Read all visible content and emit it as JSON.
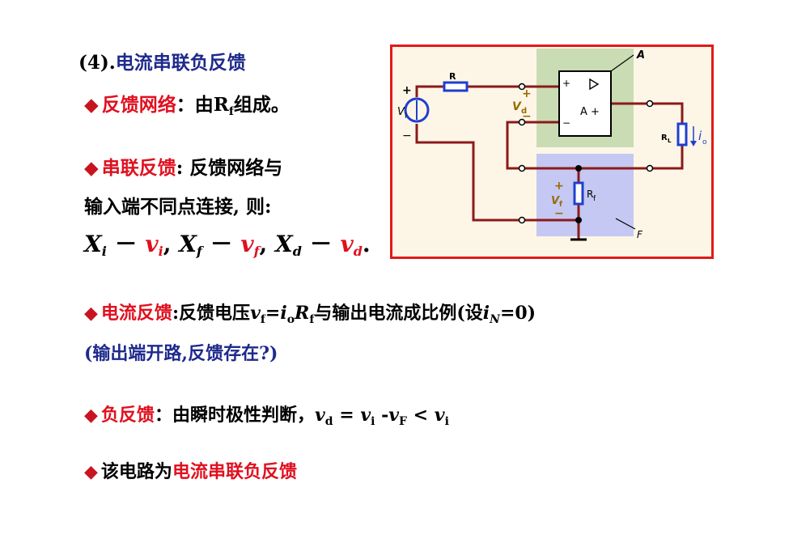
{
  "heading": {
    "number": "(4).",
    "title": "电流串联负反馈"
  },
  "line1": {
    "key": "反馈网络",
    "sep": "：",
    "text_a": "由R",
    "sub": "f",
    "text_b": "组成。"
  },
  "line2": {
    "key": "串联反馈",
    "text": ": 反馈网络与"
  },
  "line3": {
    "text": "输入端不同点连接, 则:"
  },
  "line4": {
    "x1": "X",
    "x1_sub": "i",
    "v1": "v",
    "v1_sub": "i",
    "x2": "X",
    "x2_sub": "f",
    "v2": "v",
    "v2_sub": "f",
    "x3": "X",
    "x3_sub": "d",
    "v3": "v",
    "v3_sub": "d",
    "minus": "－",
    "comma": ",",
    "end": "."
  },
  "line5": {
    "key": "电流反馈",
    "text_a": ":反馈电压",
    "v": "v",
    "v_sub": "f",
    "eq1": "=",
    "i": "i",
    "i_sub": "o",
    "r": "R",
    "r_sub": "f",
    "text_b": "与输出电流成比例(设",
    "iN": "i",
    "iN_sub": "N",
    "text_c": "=0)"
  },
  "line6": {
    "text": "(输出端开路,反馈存在?)"
  },
  "line7": {
    "key": "负反馈",
    "sep": "：",
    "text": "由瞬时极性判断，",
    "vd": "v",
    "vd_sub": "d",
    "eq": " = ",
    "vi": "v",
    "vi_sub": "i",
    "minus": " -",
    "vF": "v",
    "vF_sub": "F",
    "lt": " < ",
    "vi2": "v",
    "vi2_sub": "i"
  },
  "line8": {
    "text": "该电路为",
    "key": "电流串联负反馈"
  },
  "circuit": {
    "label_R": "R",
    "label_A": "A",
    "label_Aplus": "A +",
    "label_plus": "+",
    "label_minus": "−",
    "label_Vd": "V",
    "label_Vd_sub": "d",
    "label_Vi": "V",
    "label_Vi_sub": "i",
    "label_RL": "R",
    "label_RL_sub": "L",
    "label_io": "i",
    "label_io_sub": "o",
    "label_Vf": "V",
    "label_Vf_sub": "f",
    "label_Rf": "R",
    "label_Rf_sub": "f",
    "label_F": "F",
    "colors": {
      "wire": "#8b1a1a",
      "opamp_zone": "#c9dcb4",
      "feedback_zone": "#c4c8f2",
      "resistor": "#1f3fd0",
      "label": "#9a6a00"
    }
  }
}
